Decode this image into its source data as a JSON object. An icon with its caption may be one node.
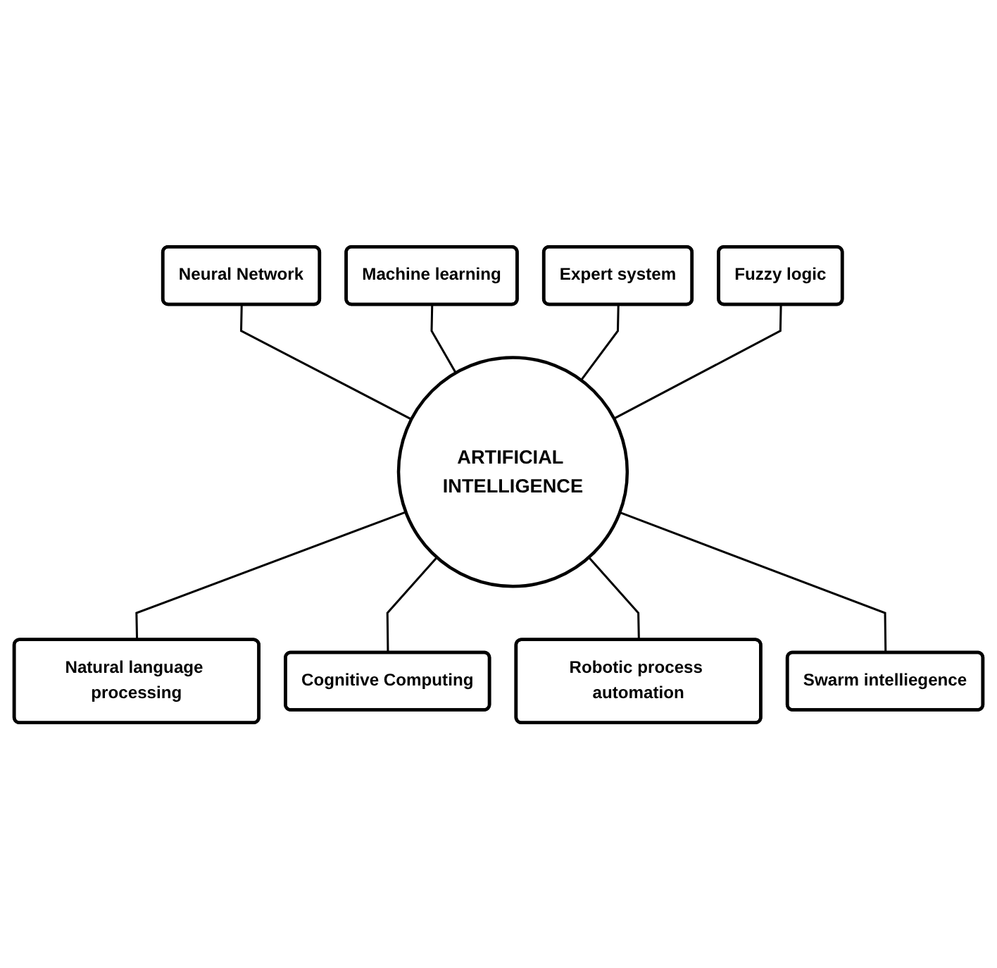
{
  "diagram": {
    "nodes": [
      {
        "text": [
          "ARTIFICIAL INTELLIGENCE"
        ]
      },
      {
        "text": [
          "Neural Network"
        ]
      },
      {
        "text": [
          "Machine learning"
        ]
      },
      {
        "text": [
          "Expert system"
        ]
      },
      {
        "text": [
          "Fuzzy logic"
        ]
      },
      {
        "text": [
          "Natural language processing"
        ]
      },
      {
        "text": [
          "Cognitive Computing"
        ]
      },
      {
        "text": [
          "Robotic process automation"
        ]
      },
      {
        "text": [
          "Swarm intelliegence"
        ]
      }
    ],
    "edges": [
      {
        "from": 1,
        "to": 0,
        "arrow": "none"
      },
      {
        "from": 2,
        "to": 0,
        "arrow": "none"
      },
      {
        "from": 3,
        "to": 0,
        "arrow": "none"
      },
      {
        "from": 4,
        "to": 0,
        "arrow": "none"
      },
      {
        "from": 0,
        "to": 5,
        "arrow": "none"
      },
      {
        "from": 0,
        "to": 6,
        "arrow": "none"
      },
      {
        "from": 0,
        "to": 7,
        "arrow": "none"
      },
      {
        "from": 0,
        "to": 8,
        "arrow": "none"
      }
    ]
  }
}
